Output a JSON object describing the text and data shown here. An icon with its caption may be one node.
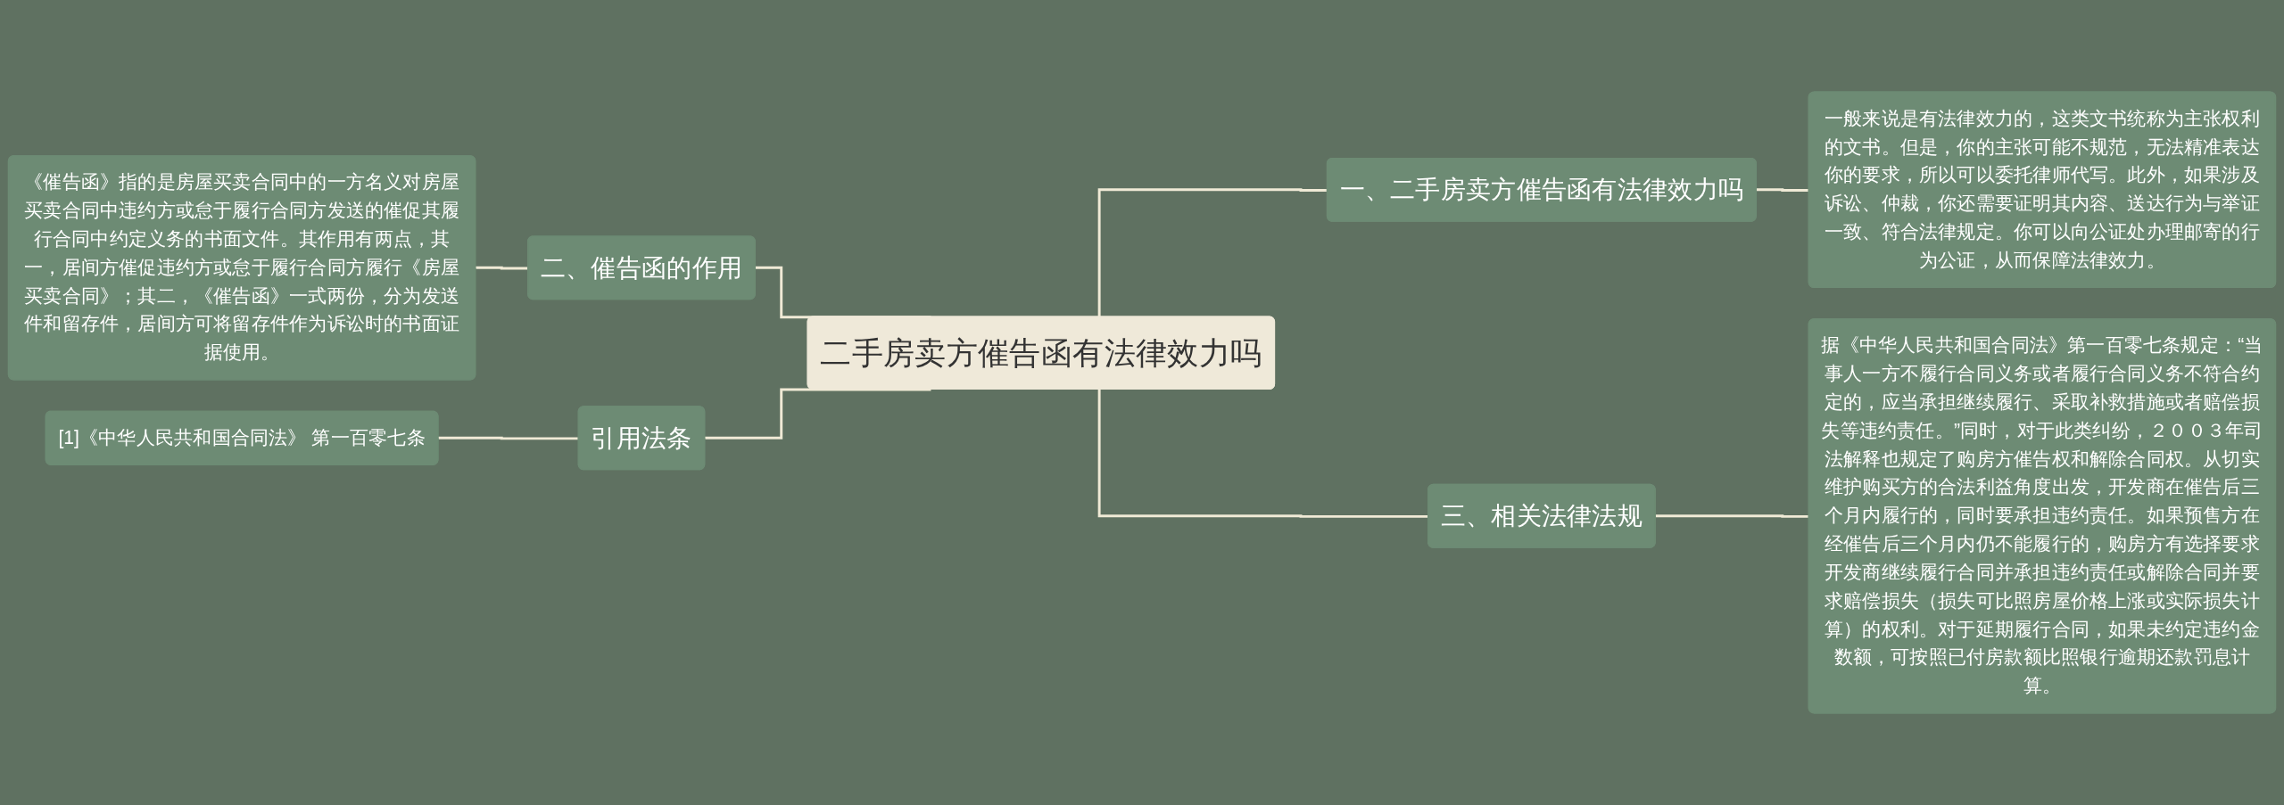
{
  "diagram": {
    "nodes": [
      {
        "text": [
          "二手房卖方催告函有法律效力吗"
        ]
      },
      {
        "text": [
          "二、催告函的作用"
        ]
      },
      {
        "text": [
          "《催告函》指的是房屋买卖合同中的一方名义对房屋买卖合同中违约方或怠于履行合同方发送的催促其履行合同中约定义务的书面文件。其作用有两点，其一，居间方催促违约方或怠于履行合同方履行《房屋买卖合同》；其二，《催告函》一式两份，分为发送件和留存件，居间方可将留存件作为诉讼时的书面证据使用。"
        ]
      },
      {
        "text": [
          "引用法条"
        ]
      },
      {
        "text": [
          "[1]《中华人民共和国合同法》 第一百零七条"
        ]
      },
      {
        "text": [
          "一、二手房卖方催告函有法律效力吗"
        ]
      },
      {
        "text": [
          "一般来说是有法律效力的，这类文书统称为主张权利的文书。但是，你的主张可能不规范，无法精准表达你的要求，所以可以委托律师代写。此外，如果涉及诉讼、仲裁，你还需要证明其内容、送达行为与举证一致、符合法律规定。你可以向公证处办理邮寄的行为公证，从而保障法律效力。"
        ]
      },
      {
        "text": [
          "三、相关法律法规"
        ]
      },
      {
        "text": [
          "据《中华人民共和国合同法》第一百零七条规定：“当事人一方不履行合同义务或者履行合同义务不符合约定的，应当承担继续履行、采取补救措施或者赔偿损失等违约责任。”同时，对于此类纠纷，２００３年司法解释也规定了购房方催告权和解除合同权。从切实维护购买方的合法利益角度出发，开发商在催告后三个月内履行的，同时要承担违约责任。如果预售方在经催告后三个月内仍不能履行的，购房方有选择要求开发商继续履行合同并承担违约责任或解除合同并要求赔偿损失（损失可比照房屋价格上涨或实际损失计算）的权利。对于延期履行合同，如果未约定违约金数额，可按照已付房款额比照银行逾期还款罚息计算。"
        ]
      }
    ],
    "edges": [
      {
        "from": 2,
        "to": 1,
        "arrow": "none"
      },
      {
        "from": 4,
        "to": 3,
        "arrow": "none"
      },
      {
        "from": 1,
        "to": 0,
        "arrow": "none"
      },
      {
        "from": 3,
        "to": 0,
        "arrow": "none"
      },
      {
        "from": 0,
        "to": 5,
        "arrow": "none"
      },
      {
        "from": 0,
        "to": 7,
        "arrow": "none"
      },
      {
        "from": 5,
        "to": 6,
        "arrow": "none"
      },
      {
        "from": 7,
        "to": 8,
        "arrow": "none"
      }
    ]
  }
}
